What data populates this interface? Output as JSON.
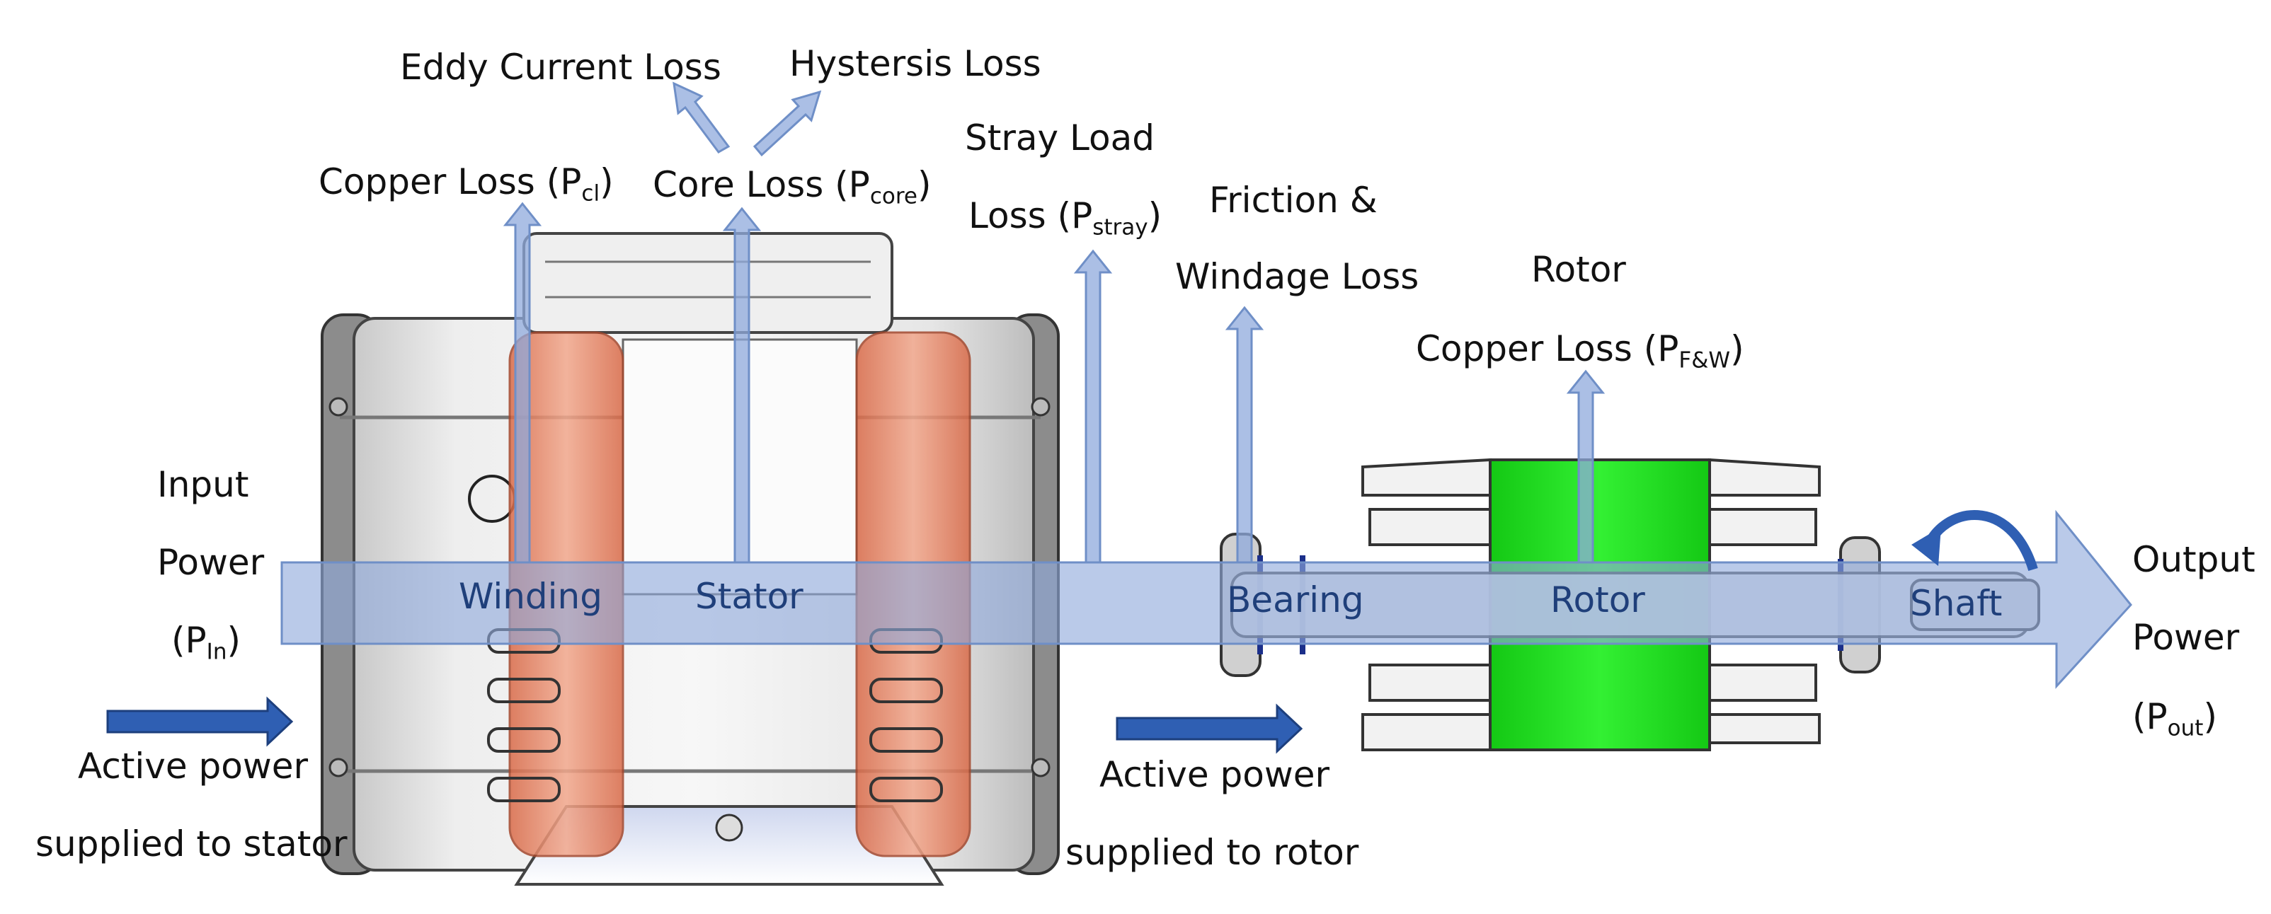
{
  "labels": {
    "eddy_current": "Eddy Current Loss",
    "hysteresis": "Hystersis Loss",
    "copper_loss_main": "Copper Loss (P",
    "copper_loss_sub": "cl",
    "core_loss_main": "Core Loss (P",
    "core_loss_sub": "core",
    "stray_line1": "Stray Load",
    "stray_line2_main": "Loss (P",
    "stray_line2_sub": "stray",
    "friction_line1": "Friction &",
    "friction_line2": "Windage Loss",
    "rotor_copper_line1": "Rotor",
    "rotor_copper_line2_main": "Copper Loss (P",
    "rotor_copper_line2_sub": "F&W",
    "input_line1": "Input",
    "input_line2": "Power",
    "input_line3_main": "(P",
    "input_line3_sub": "In",
    "output_line1": "Output",
    "output_line2": "Power",
    "output_line3_main": "(P",
    "output_line3_sub": "out",
    "active_stator_line1": "Active power",
    "active_stator_line2": "supplied to stator",
    "active_rotor_line1": "Active power",
    "active_rotor_line2": "supplied to rotor",
    "close_paren": ")"
  },
  "parts": {
    "winding": "Winding",
    "stator": "Stator",
    "bearing": "Bearing",
    "rotor": "Rotor",
    "shaft": "Shaft"
  },
  "colors": {
    "power_flow": "#8faadc",
    "power_flow_edge": "#6f8fc7",
    "active_arrow": "#2f5fb3",
    "winding_copper": "#e88a6a",
    "rotor_core": "#22e022",
    "housing": "#d9d9d9"
  }
}
